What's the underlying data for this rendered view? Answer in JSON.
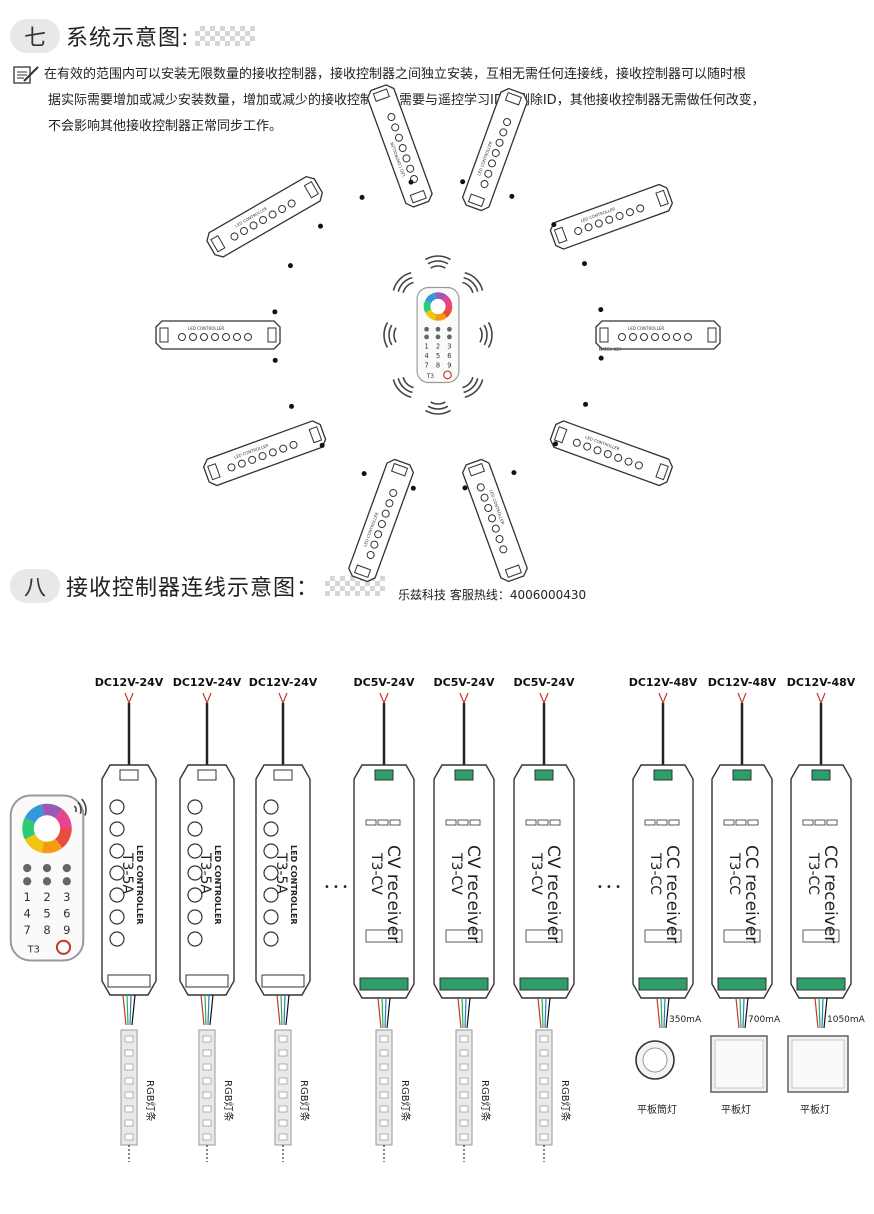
{
  "section7": {
    "number": "七",
    "title": "系统示意图:",
    "description_lines": [
      "在有效的范围内可以安装无限数量的接收控制器，接收控制器之间独立安装，互相无需任何连接线，接收控制器可以随时根",
      "据实际需要增加或减少安装数量，增加或减少的接收控制器只需要与遥控学习ID或删除ID，其他接收控制器无需做任何改变，",
      "不会影响其他接收控制器正常同步工作。"
    ]
  },
  "section8": {
    "number": "八",
    "title": "接收控制器连线示意图：",
    "hotline": "乐兹科技 客服热线：4006000430"
  },
  "remote": {
    "keys": [
      "1",
      "2",
      "3",
      "4",
      "5",
      "6",
      "7",
      "8",
      "9"
    ],
    "brand": "T3"
  },
  "receivers": [
    {
      "voltage": "DC12V-24V",
      "line1": "LED CONTROLLER",
      "line2": "T3-5A",
      "strip": "RGB灯条"
    },
    {
      "voltage": "DC12V-24V",
      "line1": "LED CONTROLLER",
      "line2": "T3-5A",
      "strip": "RGB灯条"
    },
    {
      "voltage": "DC12V-24V",
      "line1": "LED CONTROLLER",
      "line2": "T3-5A",
      "strip": "RGB灯条"
    },
    {
      "voltage": "DC5V-24V",
      "line1": "CV receiver",
      "line2": "T3-CV",
      "strip": "RGB灯条"
    },
    {
      "voltage": "DC5V-24V",
      "line1": "CV receiver",
      "line2": "T3-CV",
      "strip": "RGB灯条"
    },
    {
      "voltage": "DC5V-24V",
      "line1": "CV receiver",
      "line2": "T3-CV",
      "strip": "RGB灯条"
    },
    {
      "voltage": "DC12V-48V",
      "line1": "CC receiver",
      "line2": "T3-CC",
      "current": "350mA",
      "lamp": "平板筒灯"
    },
    {
      "voltage": "DC12V-48V",
      "line1": "CC receiver",
      "line2": "T3-CC",
      "current": "700mA",
      "lamp": "平板灯"
    },
    {
      "voltage": "DC12V-48V",
      "line1": "CC receiver",
      "line2": "T3-CC",
      "current": "1050mA",
      "lamp": "平板灯"
    }
  ],
  "ellipsis": "• • •",
  "small_labels": {
    "led_controller": "LED CONTROLLER",
    "match_key": "MATCH KEY"
  },
  "colors": {
    "outline": "#333333",
    "wire_red": "#c0392b",
    "wire_black": "#222222",
    "term_green": "#2e9e6b",
    "strip_fill": "#e9e9e9"
  }
}
